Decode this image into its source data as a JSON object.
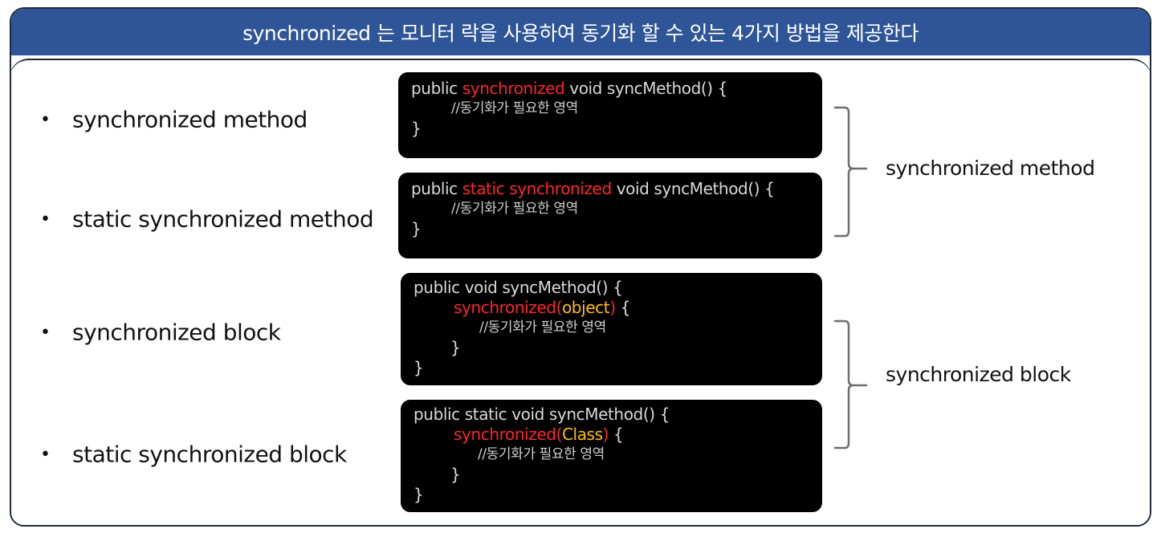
{
  "title": "synchronized 는 모니터 락을 사용하여 동기화 할 수 있는 4가지 방법을 제공한다",
  "bullets": [
    {
      "dot": "•",
      "label": "synchronized method"
    },
    {
      "dot": "•",
      "label": "static synchronized method"
    },
    {
      "dot": "•",
      "label": "synchronized block"
    },
    {
      "dot": "•",
      "label": "static synchronized block"
    }
  ],
  "code_blocks": {
    "sync_method": {
      "l1_a": "public ",
      "l1_kw": "synchronized",
      "l1_b": " void syncMethod() {",
      "comment": "//동기화가 필요한 영역",
      "close": "}"
    },
    "static_sync_method": {
      "l1_a": "public ",
      "l1_kw": "static synchronized",
      "l1_b": " void syncMethod() {",
      "comment": "//동기화가 필요한 영역",
      "close": "}"
    },
    "sync_block": {
      "l1": "public void syncMethod() {",
      "l2_kw": "synchronized",
      "l2_paren_open": "(",
      "l2_arg": "object",
      "l2_paren_close": ")",
      "l2_rest": " {",
      "comment": "//동기화가 필요한 영역",
      "inner_close": "}",
      "close": "}"
    },
    "static_sync_block": {
      "l1": "public static void syncMethod() {",
      "l2_kw": "synchronized",
      "l2_paren_open": "(",
      "l2_arg": "Class",
      "l2_paren_close": ")",
      "l2_rest": " {",
      "comment": "//동기화가 필요한 영역",
      "inner_close": "}",
      "close": "}"
    }
  },
  "groups": [
    {
      "label": "synchronized method"
    },
    {
      "label": "synchronized block"
    }
  ],
  "colors": {
    "header": "#2e5597",
    "keyword": "#ff2626",
    "argument": "#ffc000",
    "code_bg": "#000000"
  }
}
